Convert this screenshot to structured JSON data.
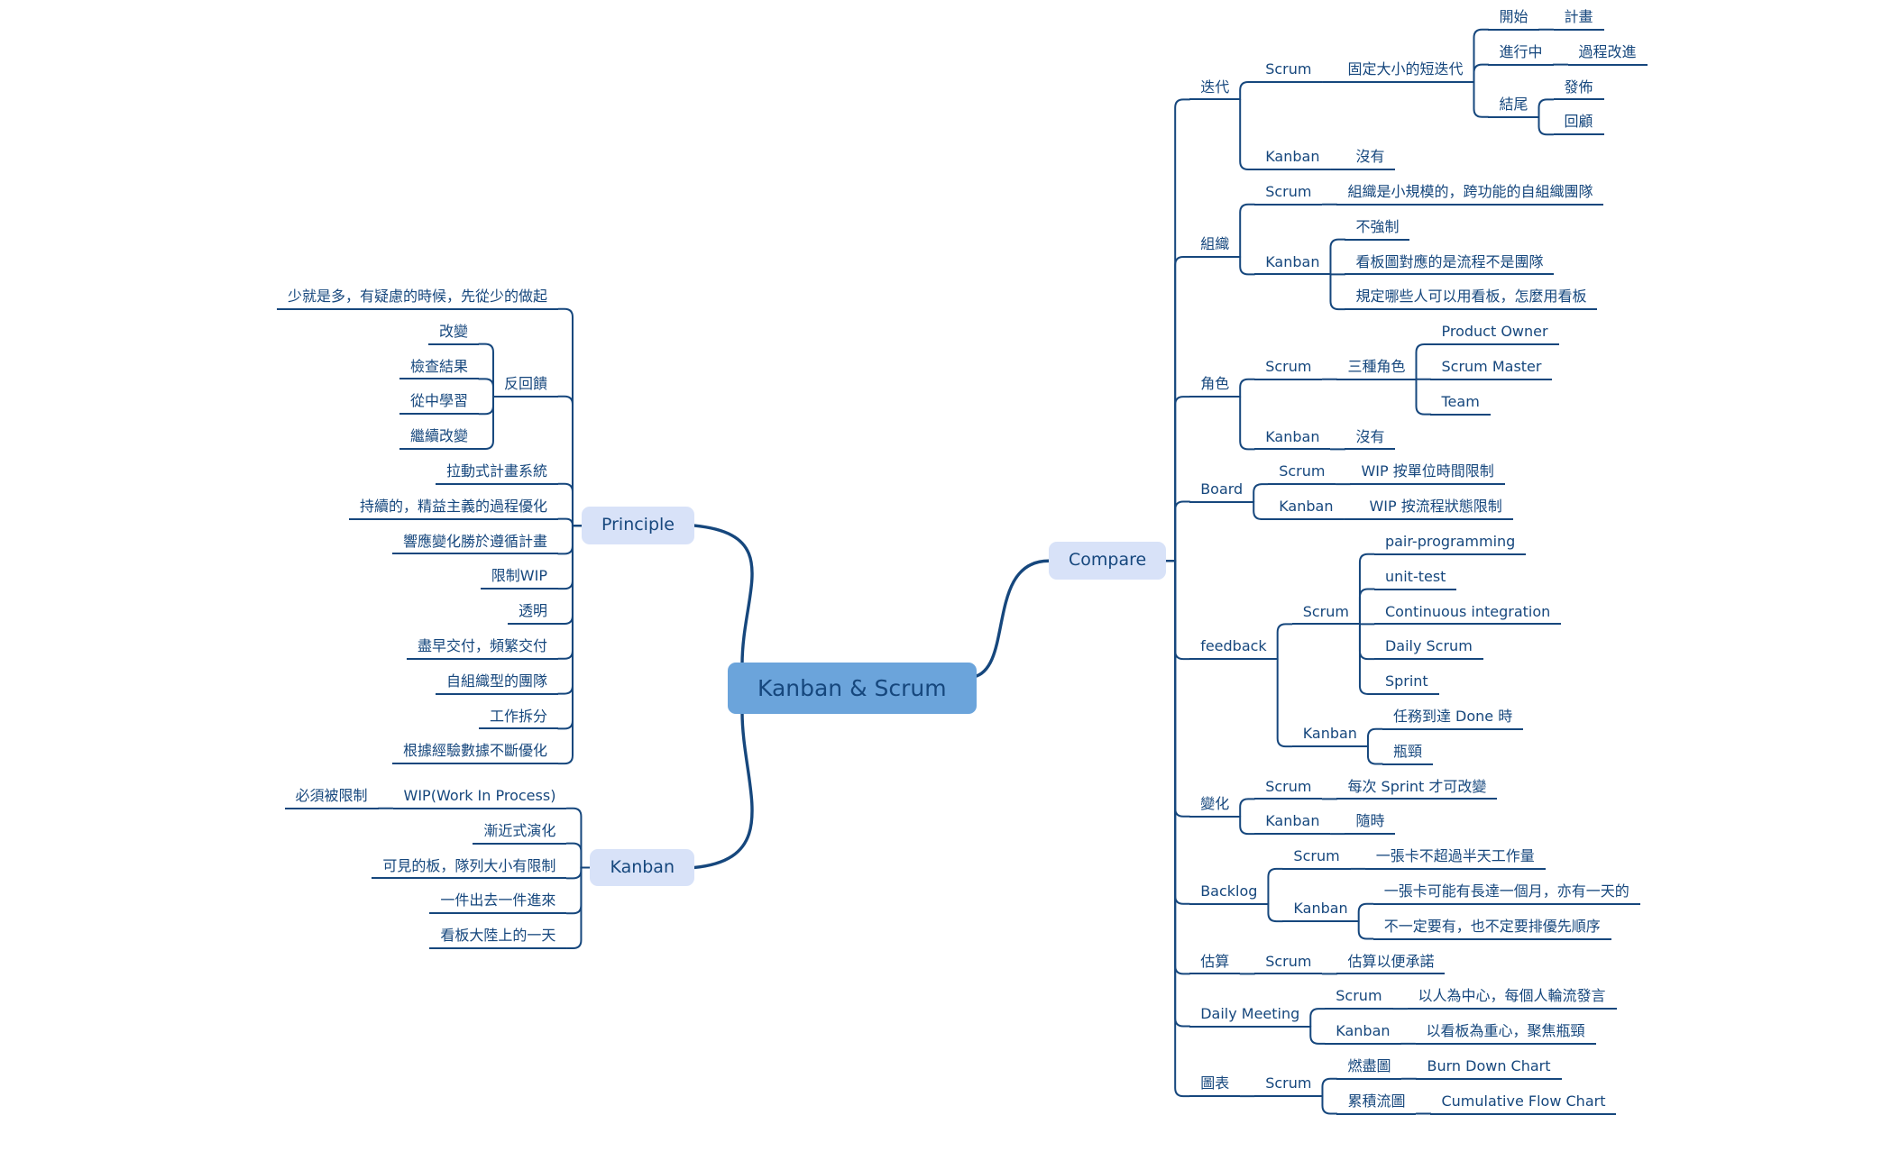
{
  "root": {
    "text": "Kanban & Scrum"
  },
  "colors": {
    "line": "#16477D",
    "text": "#16477D",
    "root_bg": "#6BA4DB",
    "branch_bg": "#D8E2F8",
    "background": "#FFFFFF"
  },
  "branches": [
    {
      "id": "principle",
      "text": "Principle",
      "side": "left",
      "children": [
        {
          "text": "少就是多，有疑慮的時候，先從少的做起"
        },
        {
          "text": "反回饋",
          "children": [
            {
              "text": "改變"
            },
            {
              "text": "檢查結果"
            },
            {
              "text": "從中學習"
            },
            {
              "text": "繼續改變"
            }
          ]
        },
        {
          "text": "拉動式計畫系統"
        },
        {
          "text": "持續的，精益主義的過程優化"
        },
        {
          "text": "響應變化勝於遵循計畫"
        },
        {
          "text": "限制WIP"
        },
        {
          "text": "透明"
        },
        {
          "text": "盡早交付，頻繁交付"
        },
        {
          "text": "自組織型的團隊"
        },
        {
          "text": "工作拆分"
        },
        {
          "text": "根據經驗數據不斷優化"
        }
      ]
    },
    {
      "id": "kanban",
      "text": "Kanban",
      "side": "left",
      "children": [
        {
          "text": "WIP(Work In Process)",
          "children": [
            {
              "text": "必須被限制"
            }
          ]
        },
        {
          "text": "漸近式演化"
        },
        {
          "text": "可見的板，隊列大小有限制"
        },
        {
          "text": "一件出去一件進來"
        },
        {
          "text": "看板大陸上的一天"
        }
      ]
    },
    {
      "id": "compare",
      "text": "Compare",
      "side": "right",
      "children": [
        {
          "text": "迭代",
          "children": [
            {
              "text": "Scrum",
              "children": [
                {
                  "text": "固定大小的短迭代",
                  "children": [
                    {
                      "text": "開始",
                      "children": [
                        {
                          "text": "計畫"
                        }
                      ]
                    },
                    {
                      "text": "進行中",
                      "children": [
                        {
                          "text": "過程改進"
                        }
                      ]
                    },
                    {
                      "text": "結尾",
                      "children": [
                        {
                          "text": "發佈"
                        },
                        {
                          "text": "回顧"
                        }
                      ]
                    }
                  ]
                }
              ]
            },
            {
              "text": "Kanban",
              "children": [
                {
                  "text": "沒有"
                }
              ]
            }
          ]
        },
        {
          "text": "組織",
          "children": [
            {
              "text": "Scrum",
              "children": [
                {
                  "text": "組織是小規模的，跨功能的自組織團隊"
                }
              ]
            },
            {
              "text": "Kanban",
              "children": [
                {
                  "text": "不強制"
                },
                {
                  "text": "看板圖對應的是流程不是團隊"
                },
                {
                  "text": "規定哪些人可以用看板，怎麼用看板"
                }
              ]
            }
          ]
        },
        {
          "text": "角色",
          "children": [
            {
              "text": "Scrum",
              "children": [
                {
                  "text": "三種角色",
                  "children": [
                    {
                      "text": "Product Owner"
                    },
                    {
                      "text": "Scrum Master"
                    },
                    {
                      "text": "Team"
                    }
                  ]
                }
              ]
            },
            {
              "text": "Kanban",
              "children": [
                {
                  "text": "沒有"
                }
              ]
            }
          ]
        },
        {
          "text": "Board",
          "children": [
            {
              "text": "Scrum",
              "children": [
                {
                  "text": "WIP 按單位時間限制"
                }
              ]
            },
            {
              "text": "Kanban",
              "children": [
                {
                  "text": "WIP 按流程狀態限制"
                }
              ]
            }
          ]
        },
        {
          "text": "feedback",
          "children": [
            {
              "text": "Scrum",
              "children": [
                {
                  "text": "pair-programming"
                },
                {
                  "text": "unit-test"
                },
                {
                  "text": "Continuous integration"
                },
                {
                  "text": "Daily Scrum"
                },
                {
                  "text": "Sprint"
                }
              ]
            },
            {
              "text": "Kanban",
              "children": [
                {
                  "text": "任務到達 Done 時"
                },
                {
                  "text": "瓶頸"
                }
              ]
            }
          ]
        },
        {
          "text": "變化",
          "children": [
            {
              "text": "Scrum",
              "children": [
                {
                  "text": "每次 Sprint 才可改變"
                }
              ]
            },
            {
              "text": "Kanban",
              "children": [
                {
                  "text": "隨時"
                }
              ]
            }
          ]
        },
        {
          "text": "Backlog",
          "children": [
            {
              "text": "Scrum",
              "children": [
                {
                  "text": "一張卡不超過半天工作量"
                }
              ]
            },
            {
              "text": "Kanban",
              "children": [
                {
                  "text": "一張卡可能有長達一個月，亦有一天的"
                },
                {
                  "text": "不一定要有，也不定要排優先順序"
                }
              ]
            }
          ]
        },
        {
          "text": "估算",
          "children": [
            {
              "text": "Scrum",
              "children": [
                {
                  "text": "估算以便承諾"
                }
              ]
            }
          ]
        },
        {
          "text": "Daily Meeting",
          "children": [
            {
              "text": "Scrum",
              "children": [
                {
                  "text": "以人為中心，每個人輪流發言"
                }
              ]
            },
            {
              "text": "Kanban",
              "children": [
                {
                  "text": "以看板為重心，聚焦瓶頸"
                }
              ]
            }
          ]
        },
        {
          "text": "圖表",
          "children": [
            {
              "text": "Scrum",
              "children": [
                {
                  "text": "燃盡圖",
                  "children": [
                    {
                      "text": "Burn Down Chart"
                    }
                  ]
                },
                {
                  "text": "累積流圖",
                  "children": [
                    {
                      "text": "Cumulative Flow Chart"
                    }
                  ]
                }
              ]
            }
          ]
        }
      ]
    }
  ]
}
